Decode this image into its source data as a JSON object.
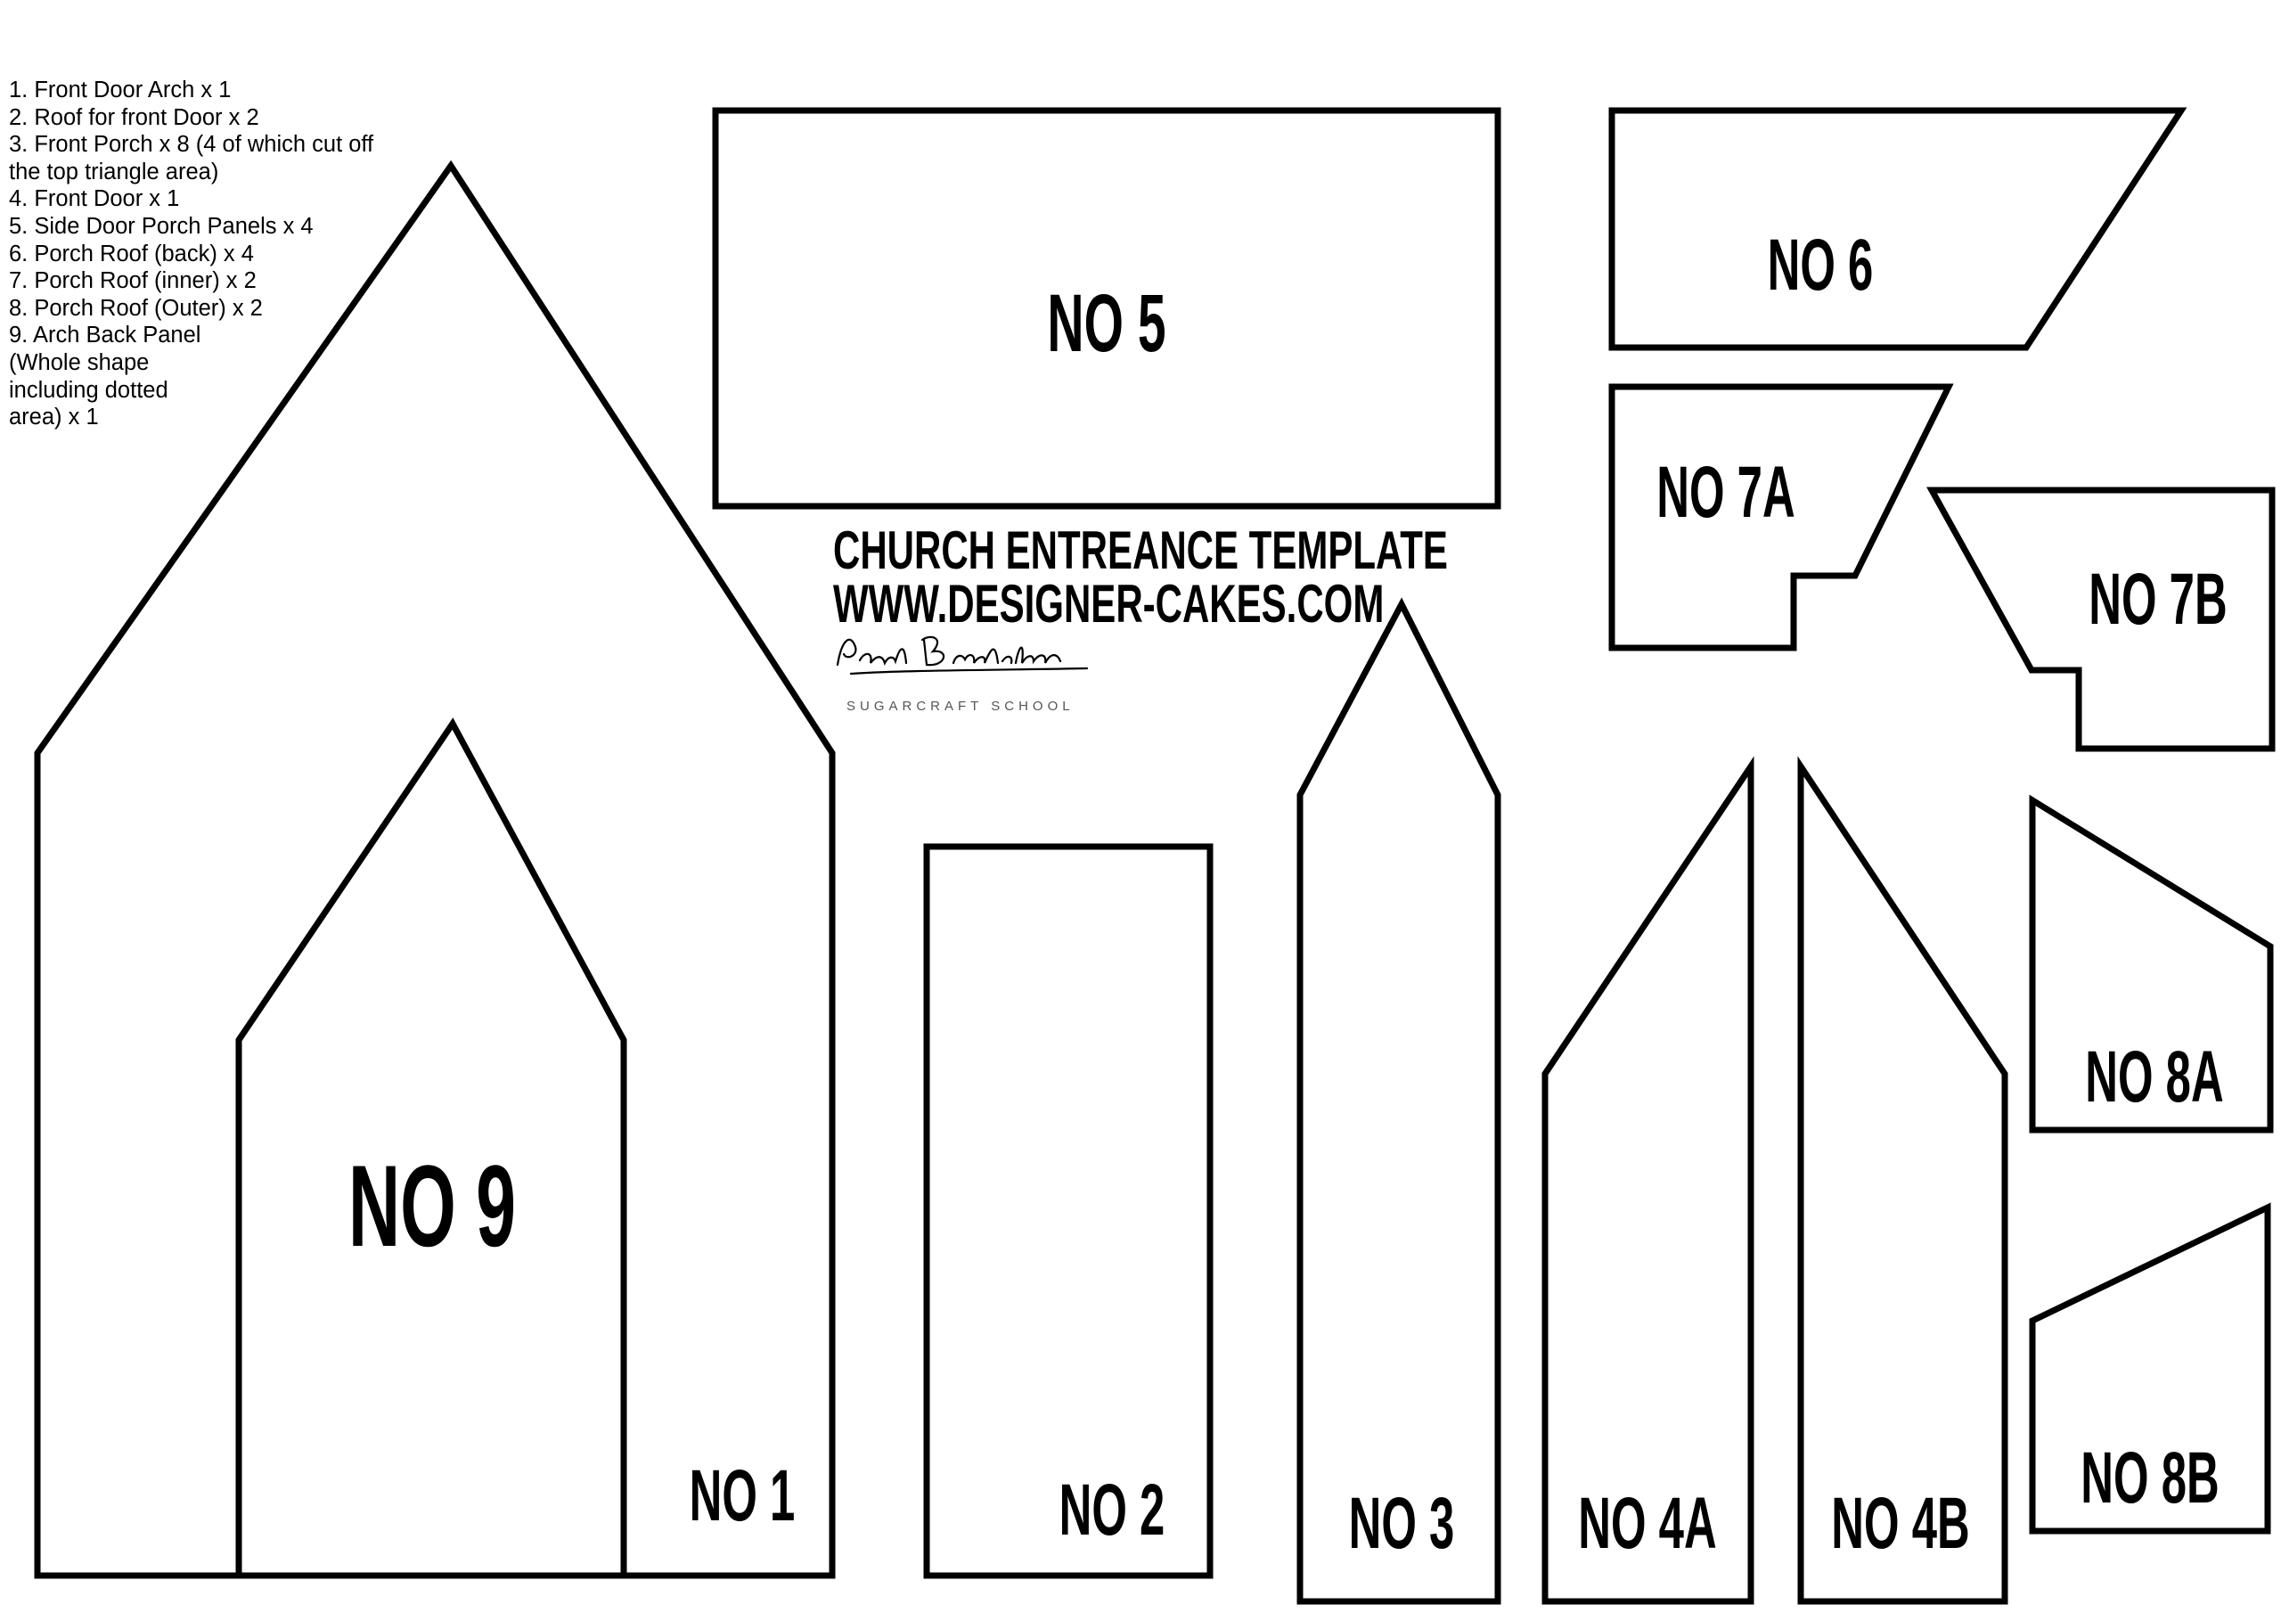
{
  "instructions": [
    "1. Front Door Arch x 1",
    "2. Roof for front Door x 2",
    "3. Front Porch x 8 (4 of which cut off the top triangle area)",
    "4. Front Door x 1",
    "5. Side Door Porch Panels x 4",
    "6. Porch Roof (back) x 4",
    "7. Porch Roof (inner) x 2",
    "8. Porch Roof (Outer) x 2",
    "9. Arch Back Panel (Whole shape including dotted area) x 1"
  ],
  "title": {
    "line1": "CHURCH ENTREANCE TEMPLATE",
    "line2": "WWW.DESIGNER-CAKES.COM",
    "school": "SUGARCRAFT SCHOOL"
  },
  "pieces": {
    "no9": "NO 9",
    "no1": "NO 1",
    "no2": "NO 2",
    "no3": "NO 3",
    "no4a": "NO 4A",
    "no4b": "NO 4B",
    "no5": "NO 5",
    "no6": "NO 6",
    "no7a": "NO 7A",
    "no7b": "NO 7B",
    "no8a": "NO 8A",
    "no8b": "NO 8B"
  },
  "colors": {
    "stroke": "#000000",
    "background": "#ffffff"
  },
  "icons": {
    "signature": "paul-bradford-signature-icon"
  }
}
